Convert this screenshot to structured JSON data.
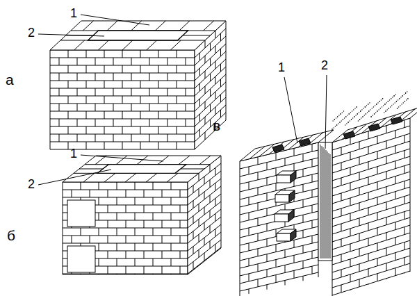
{
  "diagram": {
    "labels": [
      "1",
      "2",
      "а",
      "1",
      "2",
      "б",
      "в",
      "1",
      "2"
    ]
  }
}
